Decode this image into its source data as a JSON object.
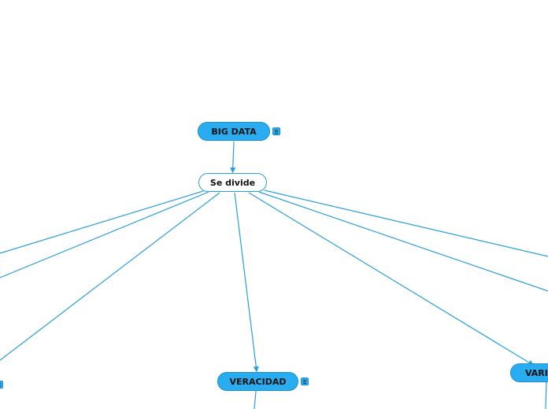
{
  "map": {
    "root": {
      "label": "BIG DATA"
    },
    "connector": {
      "label": "Se divide"
    },
    "veracidad": {
      "label": "VERACIDAD"
    },
    "variedad": {
      "label": "VARI"
    }
  },
  "colors": {
    "node_fill": "#29acf0",
    "node_border": "#1a8fd0",
    "line": "#2a9fd8",
    "background": "#ffffff"
  },
  "icons": {
    "note": "note-icon"
  }
}
